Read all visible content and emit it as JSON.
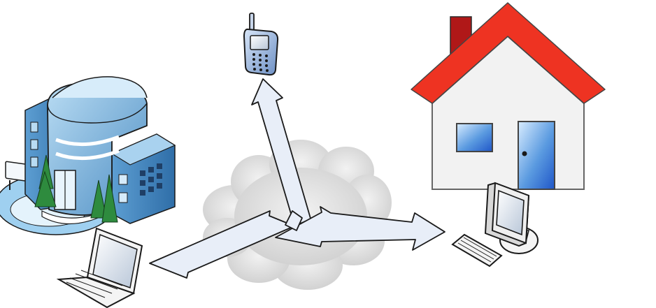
{
  "diagram": {
    "nodes": [
      {
        "id": "office-building",
        "icon": "office-building-icon"
      },
      {
        "id": "laptop",
        "icon": "laptop-icon"
      },
      {
        "id": "mobile-phone",
        "icon": "mobile-phone-icon"
      },
      {
        "id": "house",
        "icon": "house-icon"
      },
      {
        "id": "desktop-computer",
        "icon": "desktop-computer-icon"
      },
      {
        "id": "cloud",
        "icon": "cloud-icon"
      }
    ],
    "connections": [
      {
        "from": "cloud",
        "to": "mobile-phone",
        "style": "double-arrow"
      },
      {
        "from": "cloud",
        "to": "laptop",
        "style": "double-arrow"
      },
      {
        "from": "cloud",
        "to": "desktop-computer",
        "style": "double-arrow"
      }
    ],
    "colors": {
      "arrow_fill": "#e8eef8",
      "cloud": "#d8d8d8",
      "roof": "#ee3322",
      "house_wall": "#f2f2f2",
      "building": "#7fb6e0",
      "tree": "#2e8b3e"
    }
  }
}
